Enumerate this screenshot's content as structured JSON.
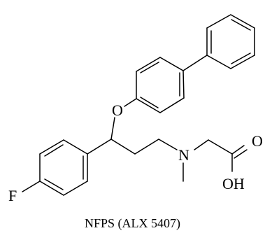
{
  "molecule": {
    "atoms": {
      "oxygen_ether": "O",
      "fluorine": "F",
      "nitrogen": "N",
      "oxygen_carbonyl": "O",
      "hydroxyl": "OH"
    },
    "caption": "NFPS (ALX 5407)"
  }
}
